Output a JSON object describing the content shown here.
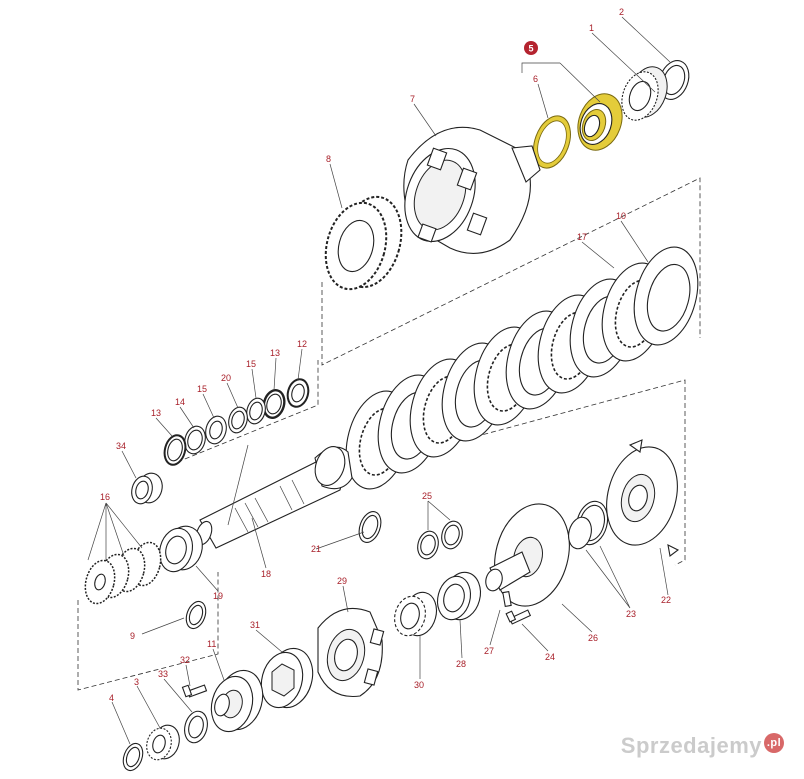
{
  "highlight_color": "#e4cc3a",
  "label_color": "#a8202a",
  "callout_highlight": {
    "number": "5",
    "badge_color": "#b4232f"
  },
  "callouts": {
    "c1": "1",
    "c2": "2",
    "c6": "6",
    "c7": "7",
    "c8": "8",
    "c10": "10",
    "c17": "17",
    "c12": "12",
    "c13a": "13",
    "c15a": "15",
    "c20": "20",
    "c15b": "15",
    "c14": "14",
    "c13b": "13",
    "c34": "34",
    "c16": "16",
    "c19": "19",
    "c18": "18",
    "c21": "21",
    "c9": "9",
    "c25": "25",
    "c29": "29",
    "c31": "31",
    "c11": "11",
    "c32": "32",
    "c33": "33",
    "c3": "3",
    "c4": "4",
    "c30": "30",
    "c28": "28",
    "c27": "27",
    "c24": "24",
    "c26": "26",
    "c23": "23",
    "c22": "22"
  },
  "watermark": {
    "text": "Sprzedajemy",
    "badge": ".pl"
  }
}
